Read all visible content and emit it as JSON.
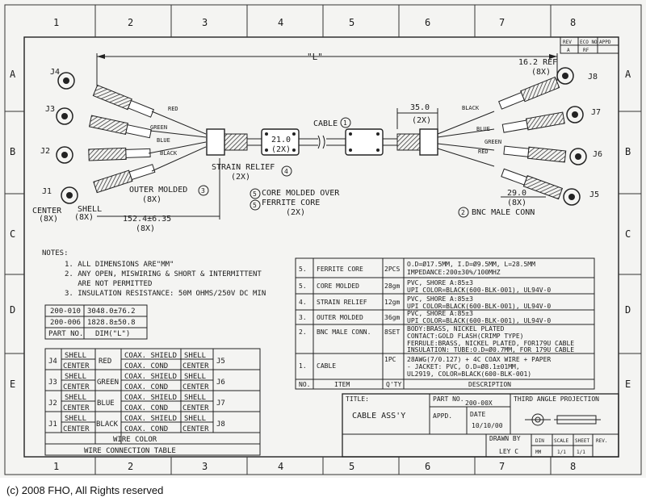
{
  "frame": {
    "columns": [
      "1",
      "2",
      "3",
      "4",
      "5",
      "6",
      "7",
      "8"
    ],
    "rows": [
      "A",
      "B",
      "C",
      "D",
      "E"
    ]
  },
  "rev_block": {
    "headers": [
      "REV",
      "ECO NO",
      "APPD"
    ],
    "rev": "A",
    "eco": "RF"
  },
  "labels": {
    "length_L": "\"L\"",
    "ref_162": "16.2 REF",
    "ref_8x": "(8X)",
    "dim_35": "35.0",
    "dim_35_2x": "(2X)",
    "dim_21": "21.0",
    "dim_21_2x": "(2X)",
    "cable_callout": "CABLE",
    "callout_1": "1",
    "strain_relief": "STRAIN RELIEF",
    "strain_2x": "(2X)",
    "callout_4": "4",
    "outer_molded": "OUTER MOLDED",
    "outer_8x": "(8X)",
    "callout_3": "3",
    "core_molded_over": "CORE MOLDED OVER",
    "ferrite_core": "FERRITE CORE",
    "core_2x": "(2X)",
    "callout_5": "5",
    "bnc_male": "BNC MALE CONN",
    "callout_2": "2",
    "dim_29": "29.0",
    "dim_29_8x": "(8X)",
    "center": "CENTER",
    "center_8x": "(8X)",
    "shell": "SHELL",
    "shell_8x": "(8X)",
    "dim_152": "152.4±6.35",
    "dim_152_8x": "(8X)",
    "red": "RED",
    "green": "GREEN",
    "blue": "BLUE",
    "black": "BLACK",
    "red_r": "RED",
    "green_r": "GREEN",
    "blue_r": "BLUE",
    "black_r": "BLACK"
  },
  "connectors_left": [
    "J4",
    "J3",
    "J2",
    "J1"
  ],
  "connectors_right": [
    "J8",
    "J7",
    "J6",
    "J5"
  ],
  "notes": {
    "title": "NOTES:",
    "items": [
      "1. ALL DIMENSIONS ARE\"MM\"",
      "2. ANY OPEN, MISWIRING & SHORT & INTERMITTENT",
      "   ARE NOT PERMITTED",
      "3. INSULATION RESISTANCE: 50M OHMS/250V DC MIN"
    ]
  },
  "part_table": {
    "rows": [
      [
        "200-010",
        "3048.0±76.2"
      ],
      [
        "200-006",
        "1828.8±50.8"
      ]
    ],
    "header": [
      "PART NO.",
      "DIM(\"L\")"
    ]
  },
  "wire_table": {
    "rows": [
      {
        "jl": "J4",
        "color": "RED",
        "jr": "J5"
      },
      {
        "jl": "J3",
        "color": "GREEN",
        "jr": "J6"
      },
      {
        "jl": "J2",
        "color": "BLUE",
        "jr": "J7"
      },
      {
        "jl": "J1",
        "color": "BLACK",
        "jr": "J8"
      }
    ],
    "shell": "SHELL",
    "center": "CENTER",
    "coax_shield": "COAX. SHIELD",
    "coax_cond": "COAX. COND",
    "wire_color": "WIRE COLOR",
    "title": "WIRE CONNECTION TABLE"
  },
  "bom": {
    "rows": [
      {
        "no": "5.",
        "item": "FERRITE CORE",
        "qty": "2PCS",
        "desc": [
          "O.D=Ø17.5MM, I.D=Ø9.5MM, L=28.5MM",
          "IMPEDANCE:200±30%/100MHZ"
        ]
      },
      {
        "no": "5.",
        "item": "CORE MOLDED",
        "qty": "28gm",
        "desc": [
          "PVC, SHORE A:85±3",
          "UPI COLOR=BLACK(600-BLK-001), UL94V-0"
        ]
      },
      {
        "no": "4.",
        "item": "STRAIN RELIEF",
        "qty": "12gm",
        "desc": [
          "PVC, SHORE A:85±3",
          "UPI COLOR=BLACK(600-BLK-001), UL94V-0"
        ]
      },
      {
        "no": "3.",
        "item": "OUTER MOLDED",
        "qty": "36gm",
        "desc": [
          "PVC, SHORE A:85±3",
          "UPI COLOR=BLACK(600-BLK-001), UL94V-0"
        ]
      },
      {
        "no": "2.",
        "item": "BNC MALE CONN.",
        "qty": "8SET",
        "desc": [
          "BODY:BRASS, NICKEL PLATED",
          "CONTACT:GOLD FLASH(CRIMP TYPE)",
          "FERRULE:BRASS, NICKEL PLATED, FOR179U CABLE",
          "INSULATION: TUBE:O.D=Ø0.7MM, FOR 179U CABLE"
        ]
      },
      {
        "no": "1.",
        "item": "CABLE",
        "qty": "1PC",
        "desc": [
          "28AWG(7/0.127) + 4C COAX WIRE + PAPER",
          "- JACKET: PVC, O.D=Ø8.1±01MM,",
          "UL2919, COLOR=BLACK(600-BLK-001)"
        ]
      }
    ],
    "header": {
      "no": "NO.",
      "item": "ITEM",
      "qty": "Q'TY",
      "desc": "DESCRIPTION"
    }
  },
  "title_block": {
    "title_label": "TITLE:",
    "title": "CABLE ASS'Y",
    "part_no_label": "PART NO.",
    "part_no": "200-00X",
    "appd_label": "APPD.",
    "date_label": "DATE",
    "date": "10/10/00",
    "projection": "THIRD ANGLE PROJECTION",
    "drawn_by": "DRAWN BY",
    "drawn_name": "LEY C",
    "din_label": "DIN",
    "din": "MM",
    "scale_label": "SCALE",
    "scale": "1/1",
    "sheet_label": "SHEET",
    "sheet": "1/1",
    "rev_label": "REV."
  },
  "copyright": "(c) 2008 FHO, All Rights reserved"
}
